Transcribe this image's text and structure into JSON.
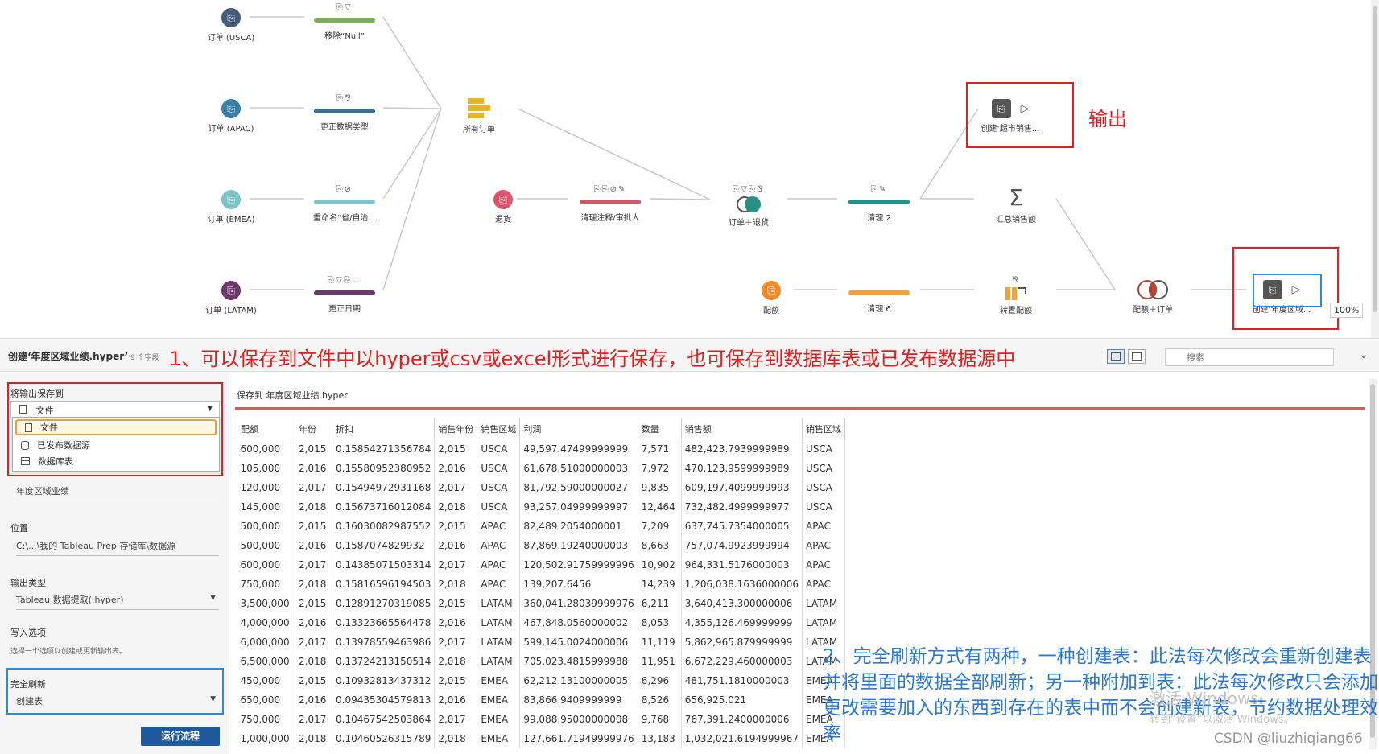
{
  "flow": {
    "nodes": {
      "usca": {
        "label": "订单 (USCA)",
        "color": "#445b7a"
      },
      "apac": {
        "label": "订单 (APAC)",
        "color": "#3a7fa8"
      },
      "emea": {
        "label": "订单 (EMEA)",
        "color": "#7ec4c6"
      },
      "latam": {
        "label": "订单 (LATAM)",
        "color": "#6b3a6b"
      },
      "clean_null": {
        "label": "移除“Null”",
        "color": "#7fae5b"
      },
      "clean_type": {
        "label": "更正数据类型",
        "color": "#3a6f96"
      },
      "clean_rename": {
        "label": "重命名“省/自治...",
        "color": "#7ec4c6"
      },
      "clean_date": {
        "label": "更正日期",
        "color": "#6b3a6b"
      },
      "union": {
        "label": "所有订单",
        "color": "#e7b624"
      },
      "returns": {
        "label": "退货",
        "color": "#d9556c"
      },
      "clean_notes": {
        "label": "清理注释/审批人",
        "color": "#c65b6b"
      },
      "join_orders": {
        "label": "订单＋退货"
      },
      "clean2": {
        "label": "清理 2",
        "color": "#2a8f84"
      },
      "output_market": {
        "label": "创建‘超市销售...",
        "color": "#555555"
      },
      "sum_sales": {
        "label": "汇总销售额"
      },
      "quota": {
        "label": "配额",
        "color": "#ef8b2c"
      },
      "clean6": {
        "label": "清理 6",
        "color": "#f0a23b"
      },
      "pivot": {
        "label": "转置配额"
      },
      "join_quota": {
        "label": "配额＋订单"
      },
      "output_region": {
        "label": "创建‘年度区域...",
        "color": "#555555"
      }
    },
    "output_annotation": "输出",
    "zoom": "100%"
  },
  "strip": {
    "title": "创建‘年度区域业绩.hyper’",
    "field_count": "9 个字段",
    "annotation": "1、可以保存到文件中以hyper或csv或excel形式进行保存，也可保存到数据库表或已发布数据源中",
    "search_placeholder": "搜索"
  },
  "left": {
    "save_to_label": "将输出保存到",
    "save_to_value": "文件",
    "menu": [
      "文件",
      "已发布数据源",
      "数据库表"
    ],
    "name_value": "年度区域业绩",
    "location_label": "位置",
    "location_value": "C:\\...\\我的 Tableau Prep 存储库\\数据源",
    "output_type_label": "输出类型",
    "output_type_value": "Tableau 数据提取(.hyper)",
    "write_label": "写入选项",
    "write_hint": "选择一个选项以创建或更新输出表。",
    "refresh_label": "完全刷新",
    "refresh_value": "创建表",
    "run_button": "运行流程"
  },
  "right": {
    "save_label": "保存到 年度区域业绩.hyper",
    "columns": [
      "配额",
      "年份",
      "折扣",
      "销售年份",
      "销售区域",
      "利润",
      "数量",
      "销售额",
      "销售区域"
    ],
    "rows": [
      [
        "600,000",
        "2,015",
        "0.15854271356784",
        "2,015",
        "USCA",
        "49,597.47499999999",
        "7,571",
        "482,423.7939999989",
        "USCA"
      ],
      [
        "105,000",
        "2,016",
        "0.15580952380952",
        "2,016",
        "USCA",
        "61,678.51000000003",
        "7,972",
        "470,123.9599999989",
        "USCA"
      ],
      [
        "120,000",
        "2,017",
        "0.15494972931168",
        "2,017",
        "USCA",
        "81,792.59000000027",
        "9,835",
        "609,197.4099999993",
        "USCA"
      ],
      [
        "145,000",
        "2,018",
        "0.15673716012084",
        "2,018",
        "USCA",
        "93,257.04999999997",
        "12,464",
        "732,482.4999999977",
        "USCA"
      ],
      [
        "500,000",
        "2,015",
        "0.16030082987552",
        "2,015",
        "APAC",
        "82,489.2054000001",
        "7,209",
        "637,745.7354000005",
        "APAC"
      ],
      [
        "500,000",
        "2,016",
        "0.1587074829932",
        "2,016",
        "APAC",
        "87,869.19240000003",
        "8,663",
        "757,074.9923999994",
        "APAC"
      ],
      [
        "600,000",
        "2,017",
        "0.14385071503314",
        "2,017",
        "APAC",
        "120,502.91759999996",
        "10,902",
        "964,331.5176000003",
        "APAC"
      ],
      [
        "750,000",
        "2,018",
        "0.15816596194503",
        "2,018",
        "APAC",
        "139,207.6456",
        "14,239",
        "1,206,038.1636000006",
        "APAC"
      ],
      [
        "3,500,000",
        "2,015",
        "0.12891270319085",
        "2,015",
        "LATAM",
        "360,041.28039999976",
        "6,211",
        "3,640,413.300000006",
        "LATAM"
      ],
      [
        "4,000,000",
        "2,016",
        "0.13323665564478",
        "2,016",
        "LATAM",
        "467,848.0560000002",
        "8,053",
        "4,355,126.469999999",
        "LATAM"
      ],
      [
        "6,000,000",
        "2,017",
        "0.13978559463986",
        "2,017",
        "LATAM",
        "599,145.0024000006",
        "11,119",
        "5,862,965.879999999",
        "LATAM"
      ],
      [
        "6,500,000",
        "2,018",
        "0.13724213150514",
        "2,018",
        "LATAM",
        "705,023.4815999988",
        "11,951",
        "6,672,229.460000003",
        "LATAM"
      ],
      [
        "450,000",
        "2,015",
        "0.10932813437312",
        "2,015",
        "EMEA",
        "62,212.13100000005",
        "6,296",
        "481,751.1810000003",
        "EMEA"
      ],
      [
        "650,000",
        "2,016",
        "0.09435304579813",
        "2,016",
        "EMEA",
        "83,866.9409999999",
        "8,526",
        "656,925.021",
        "EMEA"
      ],
      [
        "750,000",
        "2,017",
        "0.10467542503864",
        "2,017",
        "EMEA",
        "99,088.95000000008",
        "9,768",
        "767,391.2400000006",
        "EMEA"
      ],
      [
        "1,000,000",
        "2,018",
        "0.10460526315789",
        "2,018",
        "EMEA",
        "127,661.71949999976",
        "13,183",
        "1,032,021.6194999967",
        "EMEA"
      ]
    ],
    "annotation": "2、完全刷新方式有两种，一种创建表：此法每次修改会重新创建表并将里面的数据全部刷新；另一种附加到表：此法每次修改只会添加更改需要加入的东西到存在的表中而不会创建新表，节约数据处理效率",
    "watermark": "激活 Windows",
    "watermark_sub": "转到“设置”以激活 Windows。",
    "credit": "CSDN @liuzhiqiang66"
  }
}
